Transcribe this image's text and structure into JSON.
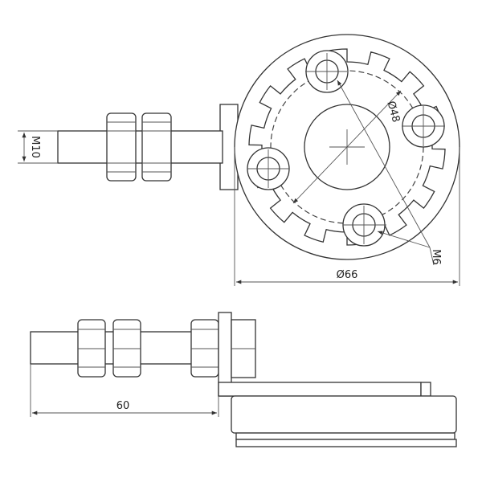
{
  "dimensions": {
    "thread_side": "M10",
    "diameter_flange": "Ø66",
    "diameter_bolt_circle": "Ø48",
    "bolt_thread": "M6",
    "length": "60"
  },
  "colors": {
    "line": "#333333",
    "background": "#ffffff"
  }
}
